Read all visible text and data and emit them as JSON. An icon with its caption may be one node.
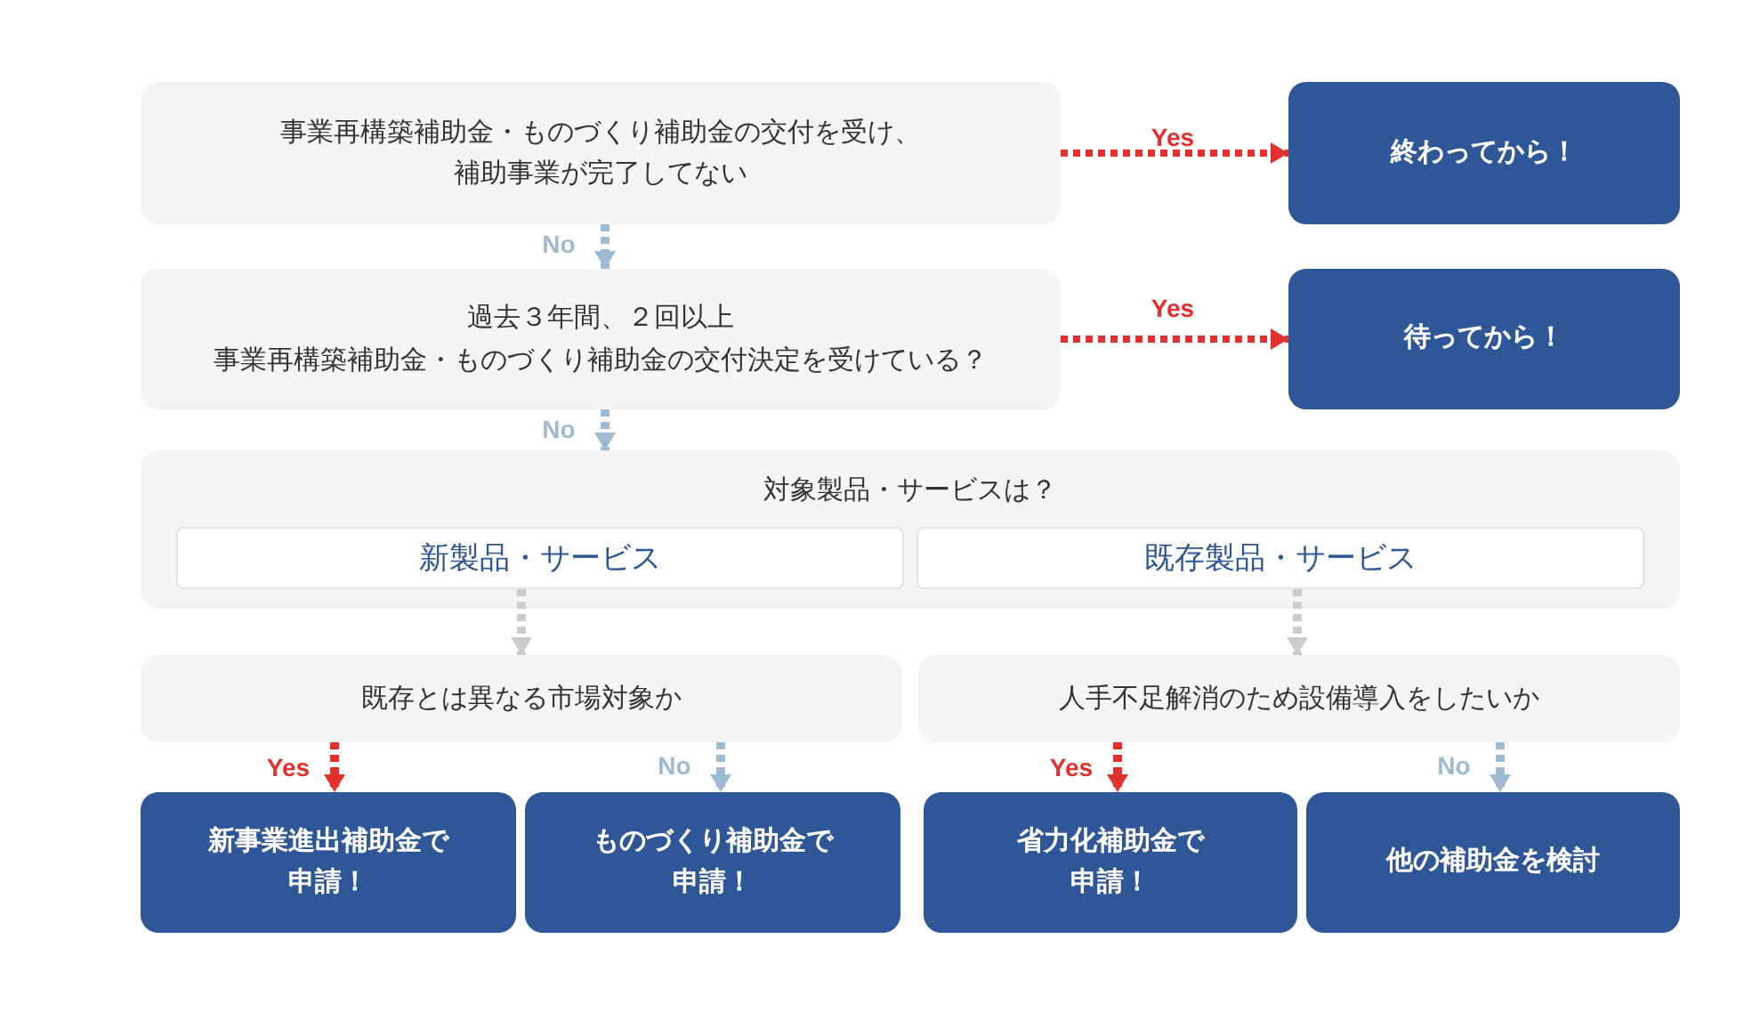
{
  "diagram": {
    "nodes": [
      {
        "text": [
          "事業再構築補助金・ものづくり補助金の交付を受け、補助事業が完了してない"
        ]
      },
      {
        "text": [
          "終わってから！"
        ]
      },
      {
        "text": [
          "過去３年間、２回以上",
          "事業再構築補助金・ものづくり補助金の交付決定を受けている？"
        ]
      },
      {
        "text": [
          "待ってから！"
        ]
      },
      {
        "text": [
          "対象製品・サービスは？"
        ]
      },
      {
        "text": [
          "新製品・サービス"
        ],
        "in": 4
      },
      {
        "text": [
          "既存製品・サービス"
        ],
        "in": 4
      },
      {
        "text": [
          "既存とは異なる市場対象か"
        ]
      },
      {
        "text": [
          "人手不足解消のため設備導入をしたいか"
        ]
      },
      {
        "text": [
          "新事業進出補助金で申請！"
        ]
      },
      {
        "text": [
          "ものづくり補助金で申請！"
        ]
      },
      {
        "text": [
          "省力化補助金で申請！"
        ]
      },
      {
        "text": [
          "他の補助金を検討"
        ]
      }
    ],
    "edges": [
      {
        "from": 0,
        "to": 1,
        "arrow": "to",
        "label": "Yes",
        "style": "dashed",
        "color": "#e3302e"
      },
      {
        "from": 0,
        "to": 2,
        "arrow": "to",
        "label": "No",
        "style": "dashed",
        "color": "#9dbbd0"
      },
      {
        "from": 2,
        "to": 3,
        "arrow": "to",
        "label": "Yes",
        "style": "dashed",
        "color": "#e3302e"
      },
      {
        "from": 2,
        "to": 4,
        "arrow": "to",
        "label": "No",
        "style": "dashed",
        "color": "#9dbbd0"
      },
      {
        "from": 5,
        "to": 7,
        "arrow": "to",
        "style": "dashed",
        "color": "#cccccc"
      },
      {
        "from": 6,
        "to": 8,
        "arrow": "to",
        "style": "dashed",
        "color": "#cccccc"
      },
      {
        "from": 7,
        "to": 9,
        "arrow": "to",
        "label": "Yes",
        "style": "dashed",
        "color": "#e3302e"
      },
      {
        "from": 7,
        "to": 10,
        "arrow": "to",
        "label": "No",
        "style": "dashed",
        "color": "#9dbbd0"
      },
      {
        "from": 8,
        "to": 11,
        "arrow": "to",
        "label": "Yes",
        "style": "dashed",
        "color": "#e3302e"
      },
      {
        "from": 8,
        "to": 12,
        "arrow": "to",
        "label": "No",
        "style": "dashed",
        "color": "#9dbbd0"
      }
    ]
  }
}
